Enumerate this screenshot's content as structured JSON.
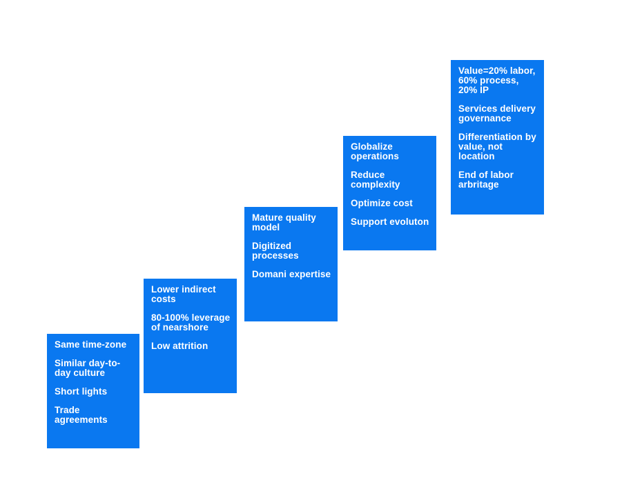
{
  "colors": {
    "step_fill": "#0a78f0",
    "text": "#ffffff",
    "background": "#ffffff"
  },
  "steps": [
    {
      "items": [
        "Same time-zone",
        "Similar day-to-day culture",
        "Short lights",
        "Trade agreements"
      ]
    },
    {
      "items": [
        "Lower indirect costs",
        "80-100% leverage of nearshore",
        "Low attrition"
      ]
    },
    {
      "items": [
        "Mature quality model",
        "Digitized processes",
        "Domani expertise"
      ]
    },
    {
      "items": [
        "Globalize operations",
        "Reduce complexity",
        "Optimize cost",
        "Support evoluton"
      ]
    },
    {
      "items": [
        "Value=20% labor, 60% process, 20% IP",
        "Services delivery governance",
        "Differentiation by value, not location",
        "End of labor arbritage"
      ]
    }
  ]
}
